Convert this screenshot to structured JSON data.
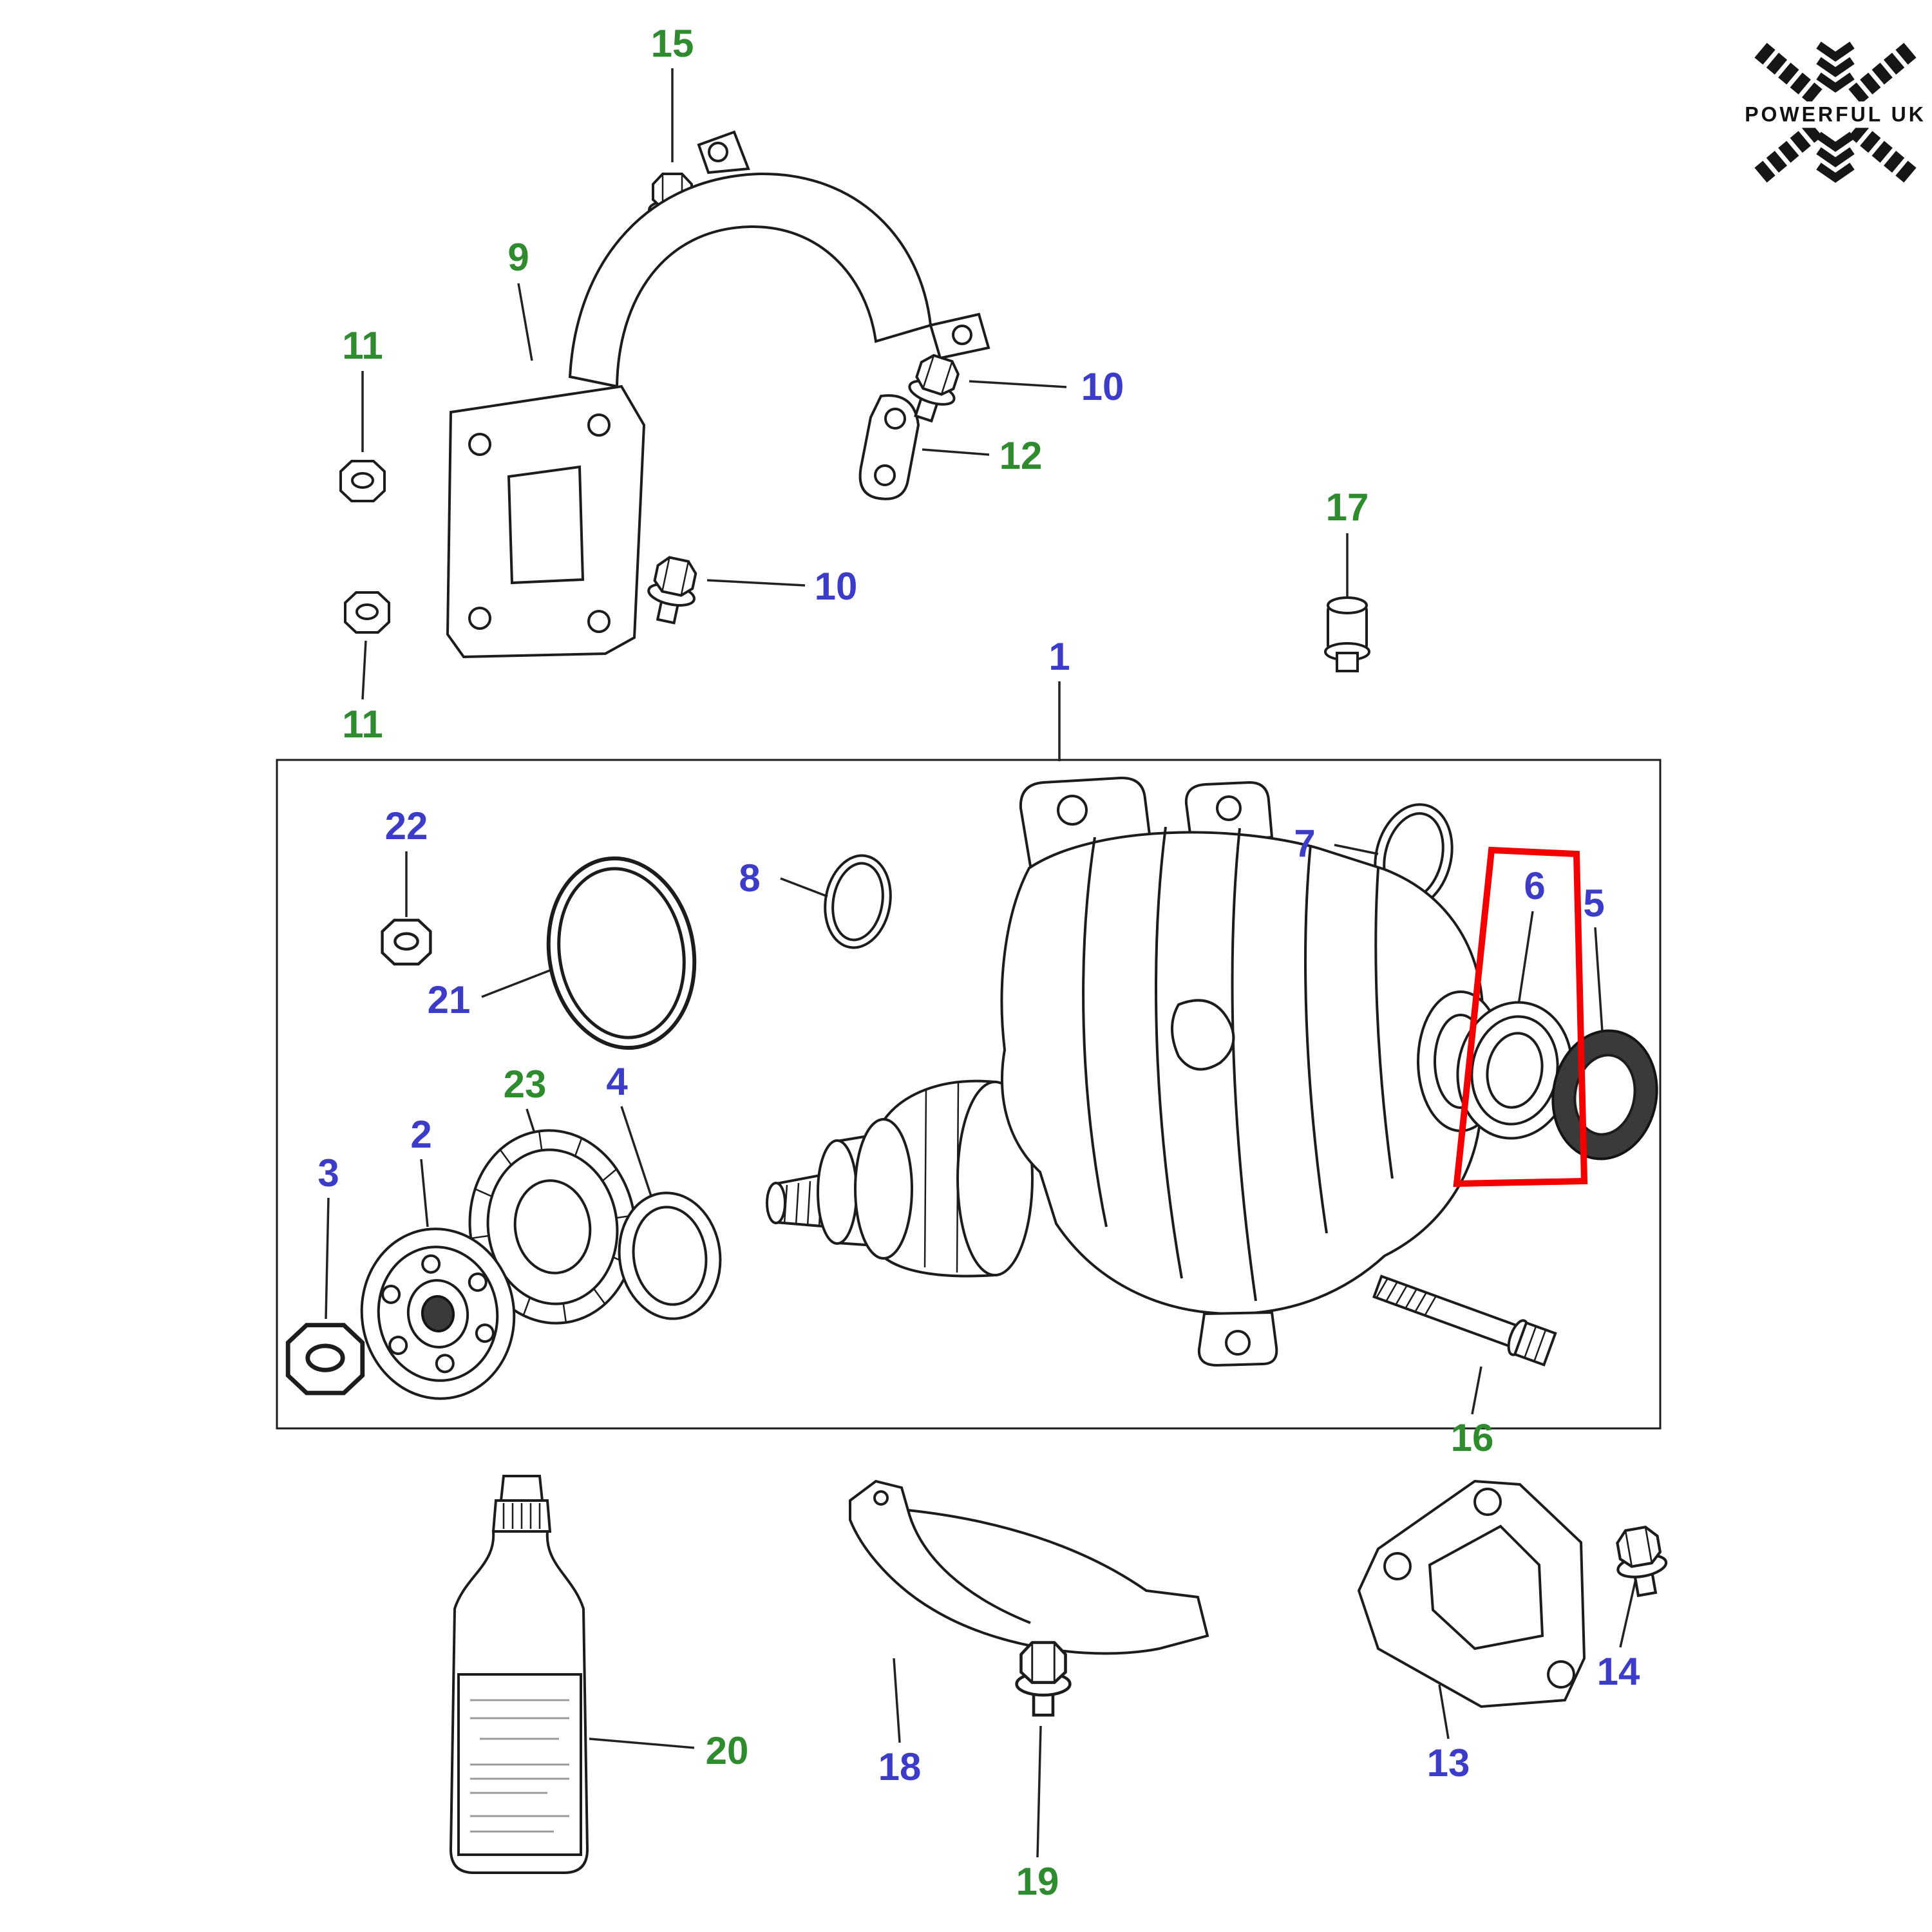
{
  "logo": {
    "text": "POWERFUL UK"
  },
  "colors": {
    "label_green": "#2e8b2e",
    "label_blue": "#3c3cc8",
    "highlight_red": "#f40000",
    "line_art": "#1c1c1c",
    "background": "#ffffff"
  },
  "highlight": {
    "highlighted_part": "6"
  },
  "labels": [
    {
      "text": "15",
      "color": "green"
    },
    {
      "text": "9",
      "color": "green"
    },
    {
      "text": "11",
      "color": "green"
    },
    {
      "text": "10",
      "color": "blue"
    },
    {
      "text": "12",
      "color": "green"
    },
    {
      "text": "10",
      "color": "blue"
    },
    {
      "text": "17",
      "color": "green"
    },
    {
      "text": "11",
      "color": "green"
    },
    {
      "text": "1",
      "color": "blue"
    },
    {
      "text": "22",
      "color": "blue"
    },
    {
      "text": "8",
      "color": "blue"
    },
    {
      "text": "7",
      "color": "blue"
    },
    {
      "text": "6",
      "color": "blue"
    },
    {
      "text": "5",
      "color": "blue"
    },
    {
      "text": "21",
      "color": "blue"
    },
    {
      "text": "23",
      "color": "green"
    },
    {
      "text": "4",
      "color": "blue"
    },
    {
      "text": "2",
      "color": "blue"
    },
    {
      "text": "3",
      "color": "blue"
    },
    {
      "text": "16",
      "color": "green"
    },
    {
      "text": "14",
      "color": "blue"
    },
    {
      "text": "13",
      "color": "blue"
    },
    {
      "text": "20",
      "color": "green"
    },
    {
      "text": "18",
      "color": "blue"
    },
    {
      "text": "19",
      "color": "green"
    }
  ]
}
